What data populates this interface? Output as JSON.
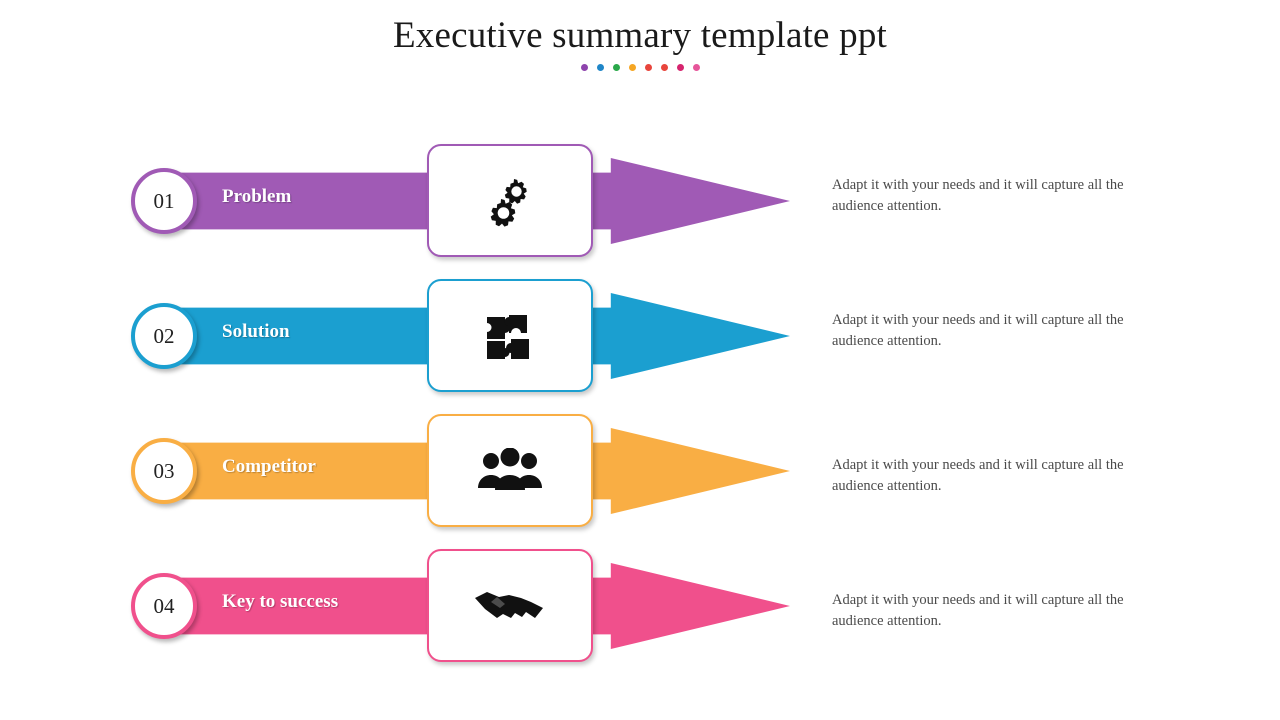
{
  "title": "Executive summary template ppt",
  "accent_dots": [
    "#8e44ad",
    "#1f86c8",
    "#2aa84a",
    "#f5a623",
    "#e8453c",
    "#e8453c",
    "#d6246e",
    "#e6559a"
  ],
  "rows": [
    {
      "number": "01",
      "label": "Problem",
      "color": "#a05ab5",
      "icon": "gears-icon",
      "description": "Adapt it with your needs and it will capture all the audience attention."
    },
    {
      "number": "02",
      "label": "Solution",
      "color": "#1b9fd0",
      "icon": "puzzle-icon",
      "description": "Adapt it with your needs and it will capture all the audience attention."
    },
    {
      "number": "03",
      "label": "Competitor",
      "color": "#f9ae44",
      "icon": "people-group-icon",
      "description": "Adapt it with your needs and it will capture all the audience attention."
    },
    {
      "number": "04",
      "label": "Key to success",
      "color": "#f0508c",
      "icon": "handshake-icon",
      "description": "Adapt it with your needs and it will capture all the audience attention."
    }
  ]
}
